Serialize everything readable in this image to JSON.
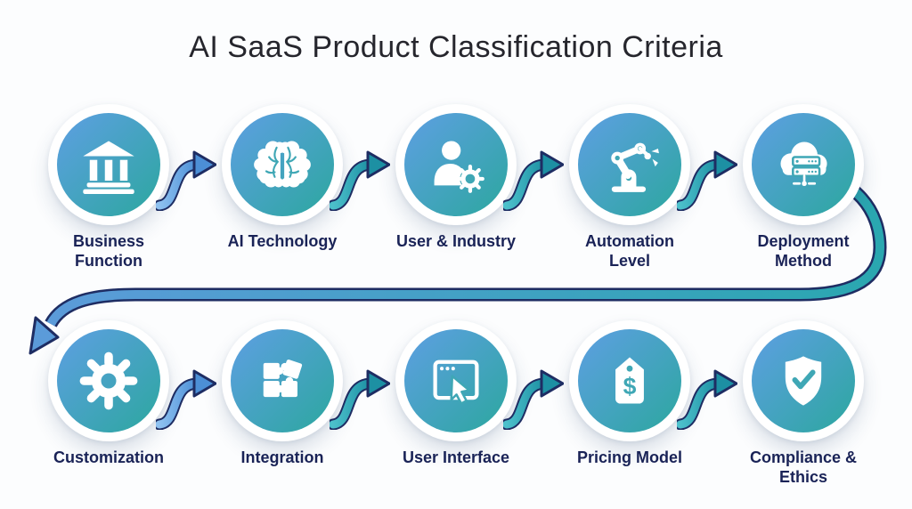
{
  "title": "AI SaaS Product Classification Criteria",
  "rows": [
    {
      "items": [
        {
          "label": "Business Function",
          "icon": "bank-icon"
        },
        {
          "label": "AI Technology",
          "icon": "brain-icon"
        },
        {
          "label": "User & Industry",
          "icon": "user-gear-icon"
        },
        {
          "label": "Automation Level",
          "icon": "robot-arm-icon"
        },
        {
          "label": "Deployment Method",
          "icon": "cloud-server-icon"
        }
      ]
    },
    {
      "items": [
        {
          "label": "Customization",
          "icon": "gear-icon"
        },
        {
          "label": "Integration",
          "icon": "puzzle-icon"
        },
        {
          "label": "User Interface",
          "icon": "browser-cursor-icon"
        },
        {
          "label": "Pricing Model",
          "icon": "price-tag-icon"
        },
        {
          "label": "Compliance & Ethics",
          "icon": "shield-check-icon"
        }
      ]
    }
  ],
  "icons": {
    "price_tag_symbol": "$"
  },
  "colors": {
    "background": "#fcfdfe",
    "title_text": "#26262d",
    "label_text": "#1a2357",
    "outline_navy": "#1e2d63",
    "circle_gradient_start": "#5e9fe3",
    "circle_gradient_end": "#2ca79f",
    "icon_white": "#ffffff",
    "icon_cutout_teal": "#3fa7b5",
    "arrow_blue_light": "#8ec1f0",
    "arrow_blue_dark": "#4c8fd6",
    "arrow_teal_light": "#4cc0cb",
    "arrow_teal_dark": "#1d90a3",
    "connector_teal": "#2aa7b0",
    "connector_blue": "#5b9bd9"
  }
}
